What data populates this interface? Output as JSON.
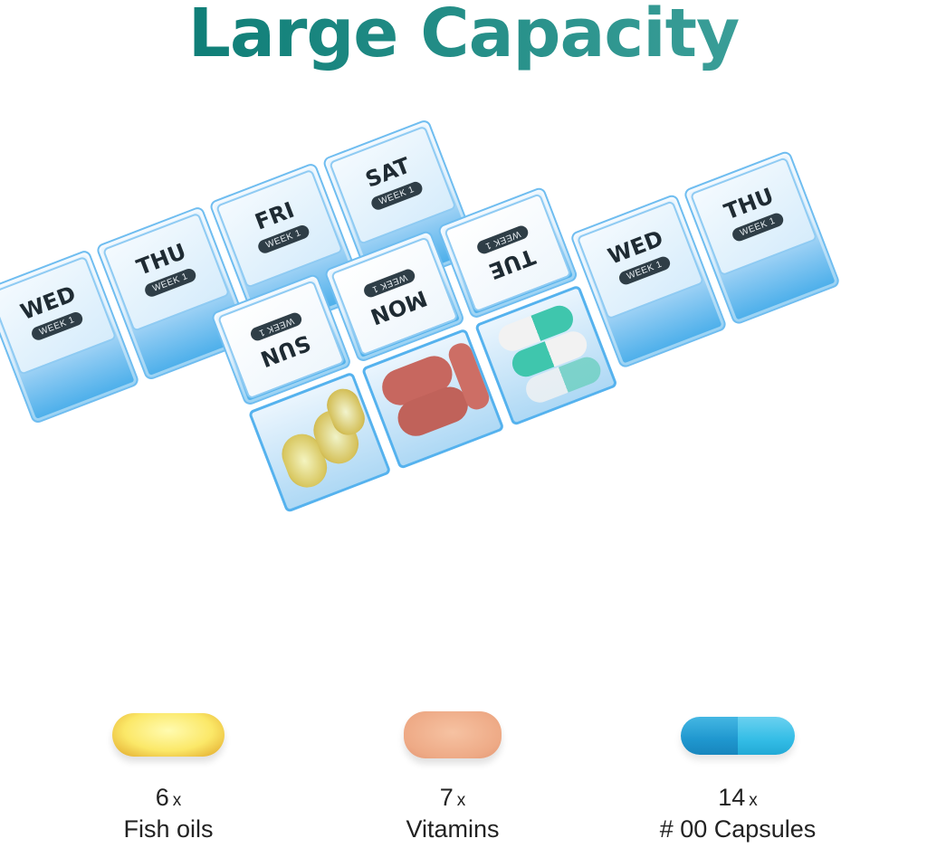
{
  "title": "Large Capacity",
  "colors": {
    "title": "#17857f",
    "case_blue": "#55b2ee",
    "label_pill": "#2f3e47"
  },
  "back_strip": {
    "compartments": [
      {
        "day": "WED",
        "week": "WEEK 1"
      },
      {
        "day": "THU",
        "week": "WEEK 1"
      },
      {
        "day": "FRI",
        "week": "WEEK 1"
      },
      {
        "day": "SAT",
        "week": "WEEK 1"
      }
    ]
  },
  "front_strip": {
    "open_compartments": [
      {
        "day": "SUN",
        "week": "WEEK 1",
        "contents": "fish oils"
      },
      {
        "day": "MON",
        "week": "WEEK 1",
        "contents": "vitamins"
      },
      {
        "day": "TUE",
        "week": "WEEK 1",
        "contents": "capsules"
      }
    ],
    "closed_compartments": [
      {
        "day": "WED",
        "week": "WEEK 1"
      },
      {
        "day": "THU",
        "week": "WEEK 1"
      }
    ]
  },
  "capacity": [
    {
      "icon": "fish-oil-softgel-icon",
      "count": "6",
      "unit": "x",
      "label": "Fish oils"
    },
    {
      "icon": "vitamin-tablet-icon",
      "count": "7",
      "unit": "x",
      "label": "Vitamins"
    },
    {
      "icon": "capsule-icon",
      "count": "14",
      "unit": "x",
      "label": "# 00 Capsules"
    }
  ]
}
